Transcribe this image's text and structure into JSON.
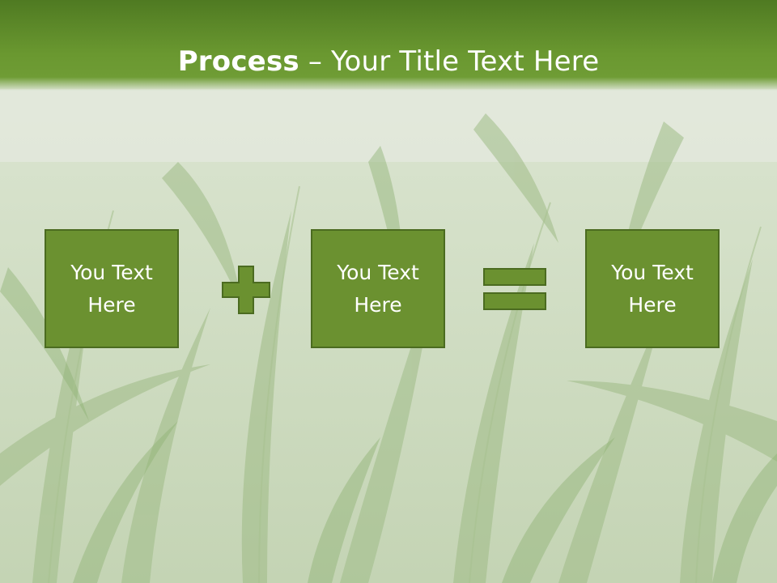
{
  "slide": {
    "title_bold": "Process",
    "title_rest": " – Your Title Text Here"
  },
  "process": {
    "items": [
      {
        "label": "You Text\nHere"
      },
      {
        "label": "You Text\nHere"
      },
      {
        "label": "You Text\nHere"
      }
    ],
    "operators": [
      "plus-icon",
      "equals-icon"
    ]
  },
  "colors": {
    "title_bar": "#6a9830",
    "box_fill": "#6b9130",
    "box_border": "#4b6b20",
    "background_tint": "#cfdcc4"
  }
}
